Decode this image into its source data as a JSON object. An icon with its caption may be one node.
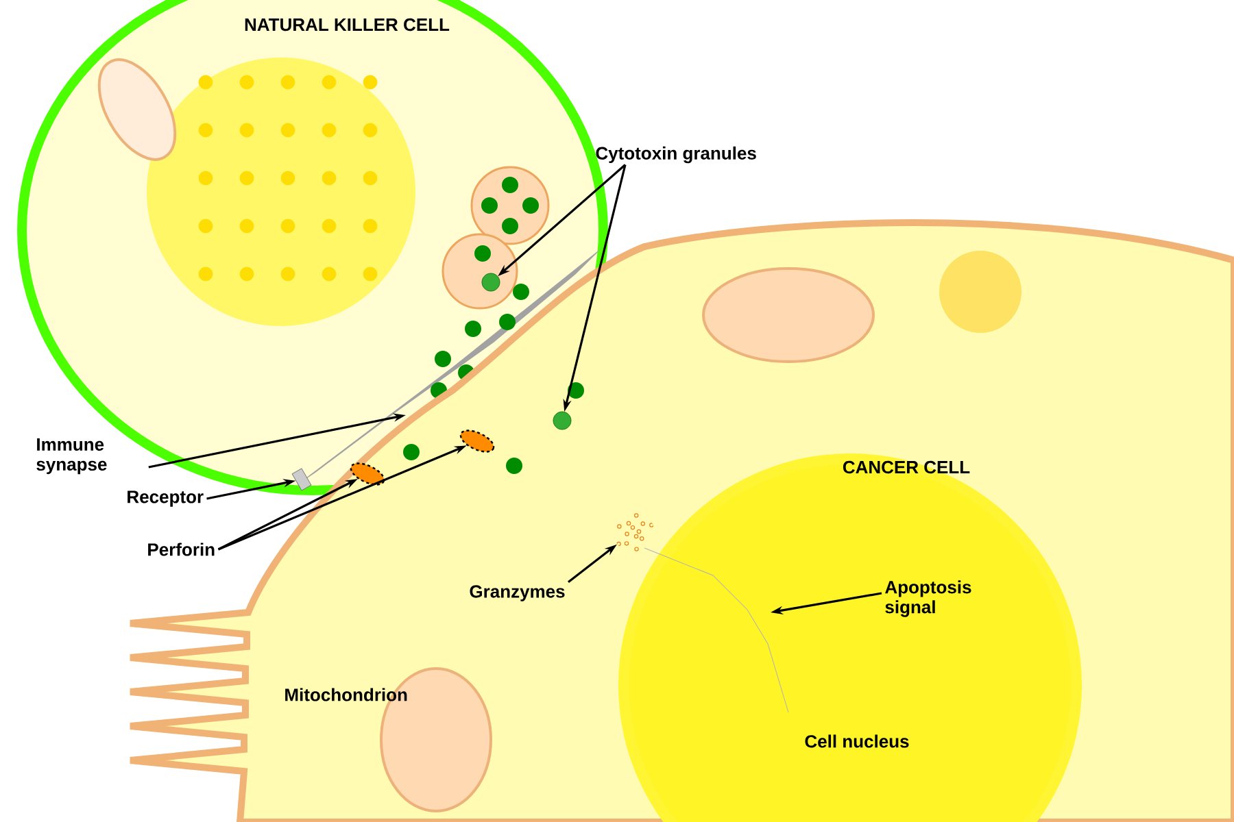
{
  "diagram": {
    "nodes": [
      {
        "text": [
          "Cytotoxin granules"
        ]
      },
      {
        "text": [],
        "shape": "circle"
      },
      {
        "text": [],
        "shape": "circle"
      },
      {
        "text": [
          "Immune synapse"
        ]
      },
      {
        "text": [
          "Receptor"
        ]
      },
      {
        "text": [],
        "shape": "picture"
      },
      {
        "text": [
          "Perforin"
        ]
      },
      {
        "text": [],
        "shape": "picture"
      },
      {
        "text": [],
        "shape": "picture"
      },
      {
        "text": [
          "Granzymes"
        ]
      },
      {
        "text": [],
        "shape": "picture"
      },
      {
        "text": [
          "Apoptosis signal"
        ]
      }
    ],
    "edges": [
      {
        "from": 0,
        "to": 1,
        "arrow": "to"
      },
      {
        "from": 0,
        "to": 2,
        "arrow": "to"
      },
      {
        "from": 3,
        "to": null,
        "arrow": "to"
      },
      {
        "from": 4,
        "to": 5,
        "arrow": "to"
      },
      {
        "from": 6,
        "to": 7,
        "arrow": "to"
      },
      {
        "from": 6,
        "to": 8,
        "arrow": "to"
      },
      {
        "from": 9,
        "to": 10,
        "arrow": "to"
      },
      {
        "from": 11,
        "to": null,
        "arrow": "to"
      }
    ],
    "labels": [
      "NATURAL KILLER CELL",
      "CANCER CELL",
      "Mitochondrion",
      "Cell nucleus"
    ]
  }
}
